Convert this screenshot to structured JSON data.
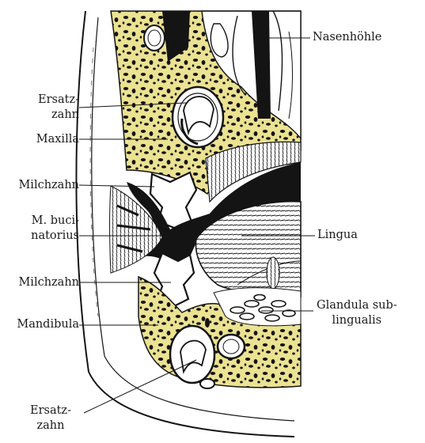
{
  "labels": {
    "nasenhoehle": "Nasenhöhle",
    "ersatzzahn_upper": [
      "Ersatz-",
      "zahn"
    ],
    "maxilla": "Maxilla",
    "milchzahn_upper": "Milchzahn",
    "m_bucinatorius": [
      "M. buci-",
      "natorius"
    ],
    "lingua": "Lingua",
    "milchzahn_lower": "Milchzahn",
    "glandula_sublingualis": [
      "Glandula sub-",
      "lingualis"
    ],
    "mandibula": "Mandibula",
    "ersatzzahn_lower": [
      "Ersatz-",
      "zahn"
    ]
  },
  "colors": {
    "bone": "#ebe292",
    "ink": "#141414",
    "background": "#ffffff"
  }
}
